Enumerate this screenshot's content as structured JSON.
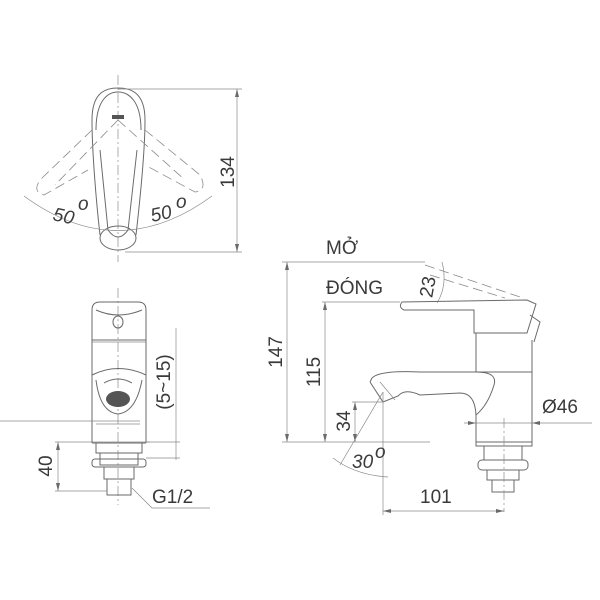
{
  "drawing": {
    "subject": "faucet technical drawing",
    "colors": {
      "line": "#6a6a6a",
      "text": "#3a3a3a",
      "background": "#ffffff"
    },
    "top_view": {
      "angle_left": "50",
      "angle_right": "50",
      "degree_mark": "o",
      "height_dim": "134"
    },
    "front_view": {
      "adjust_range": "(5~15)",
      "base_height": "40",
      "thread": "G1/2"
    },
    "side_view": {
      "label_open": "MỞ",
      "label_close": "ĐÓNG",
      "handle_angle": "23",
      "total_height": "147",
      "handle_height": "115",
      "spout_height": "34",
      "spout_angle": "30",
      "body_diameter": "Ø46",
      "spout_reach": "101",
      "degree_mark": "o"
    }
  }
}
